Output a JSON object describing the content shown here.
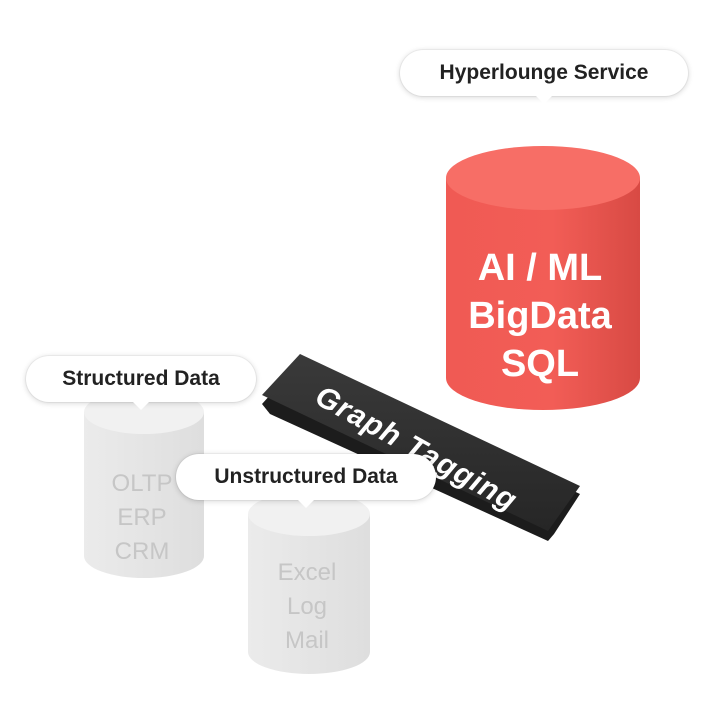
{
  "hyperlounge": {
    "label": "Hyperlounge Service",
    "lines": [
      "AI / ML",
      "BigData",
      "SQL"
    ]
  },
  "structured": {
    "label": "Structured Data",
    "lines": [
      "OLTP",
      "ERP",
      "CRM"
    ]
  },
  "unstructured": {
    "label": "Unstructured Data",
    "lines": [
      "Excel",
      "Log",
      "Mail"
    ]
  },
  "connector": {
    "label": "Graph Tagging"
  },
  "colors": {
    "red_cylinder": "#f25b55",
    "red_top": "#f7736a",
    "gray_cylinder": "#ececec",
    "dark_band": "#2e2e2e"
  }
}
